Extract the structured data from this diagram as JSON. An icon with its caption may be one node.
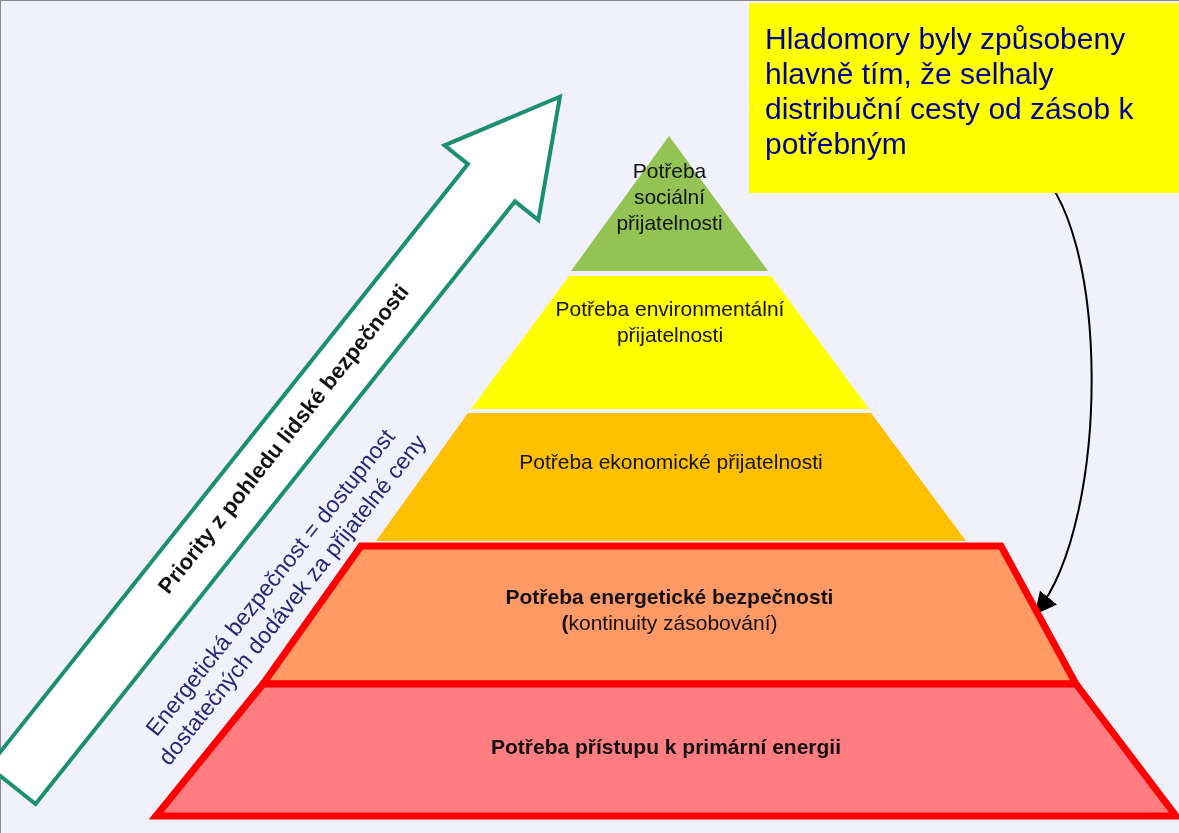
{
  "diagram": {
    "nodes": [
      {
        "text": [
          "Hladomory byly způsobeny hlavně tím, že selhaly distribuční cesty od zásob k potřebným"
        ]
      },
      {
        "text": [
          "Potřeba sociální přijatelnosti"
        ]
      },
      {
        "text": [
          "Potřeba environmentální přijatelnosti"
        ]
      },
      {
        "text": [
          "Potřeba ekonomické přijatelnosti"
        ]
      },
      {
        "text": [
          "Potřeba energetické bezpečnosti",
          "**(**kontinuity zásobování)"
        ]
      },
      {
        "text": [
          "Potřeba přístupu k primární energii"
        ]
      },
      {
        "text": [
          "Priority z pohledu lidské bezpečnosti"
        ]
      }
    ],
    "edges": [
      {
        "from": 0,
        "to": 4,
        "arrow": "to"
      }
    ],
    "labels": [
      "Energetická bezpečnost = dostupnost dostatečných dodávek za přijatelné ceny"
    ]
  }
}
